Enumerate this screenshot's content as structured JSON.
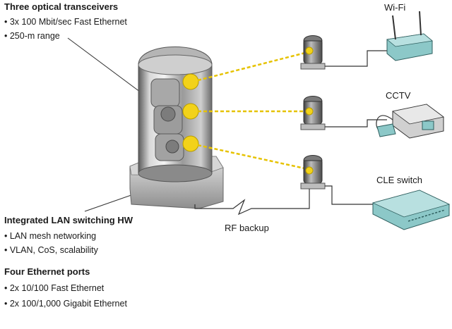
{
  "features": {
    "optical": {
      "heading": "Three optical transceivers",
      "bullets": [
        "• 3x 100 Mbit/sec Fast Ethernet",
        "• 250-m range"
      ]
    },
    "lan": {
      "heading": "Integrated LAN switching HW",
      "bullets": [
        "• LAN mesh networking",
        "• VLAN, CoS, scalability"
      ]
    },
    "ethernet": {
      "heading": "Four Ethernet ports",
      "bullets": [
        "• 2x 10/100 Fast Ethernet",
        "• 2x 100/1,000 Gigabit Ethernet"
      ]
    }
  },
  "devices": {
    "wifi": "Wi-Fi",
    "cctv": "CCTV",
    "cle": "CLE switch"
  },
  "links": {
    "rf_backup": "RF backup"
  },
  "colors": {
    "beam": "#e6c200",
    "node_dot": "#f2d21a",
    "device_teal": "#8cc8c8",
    "line": "#333333"
  }
}
